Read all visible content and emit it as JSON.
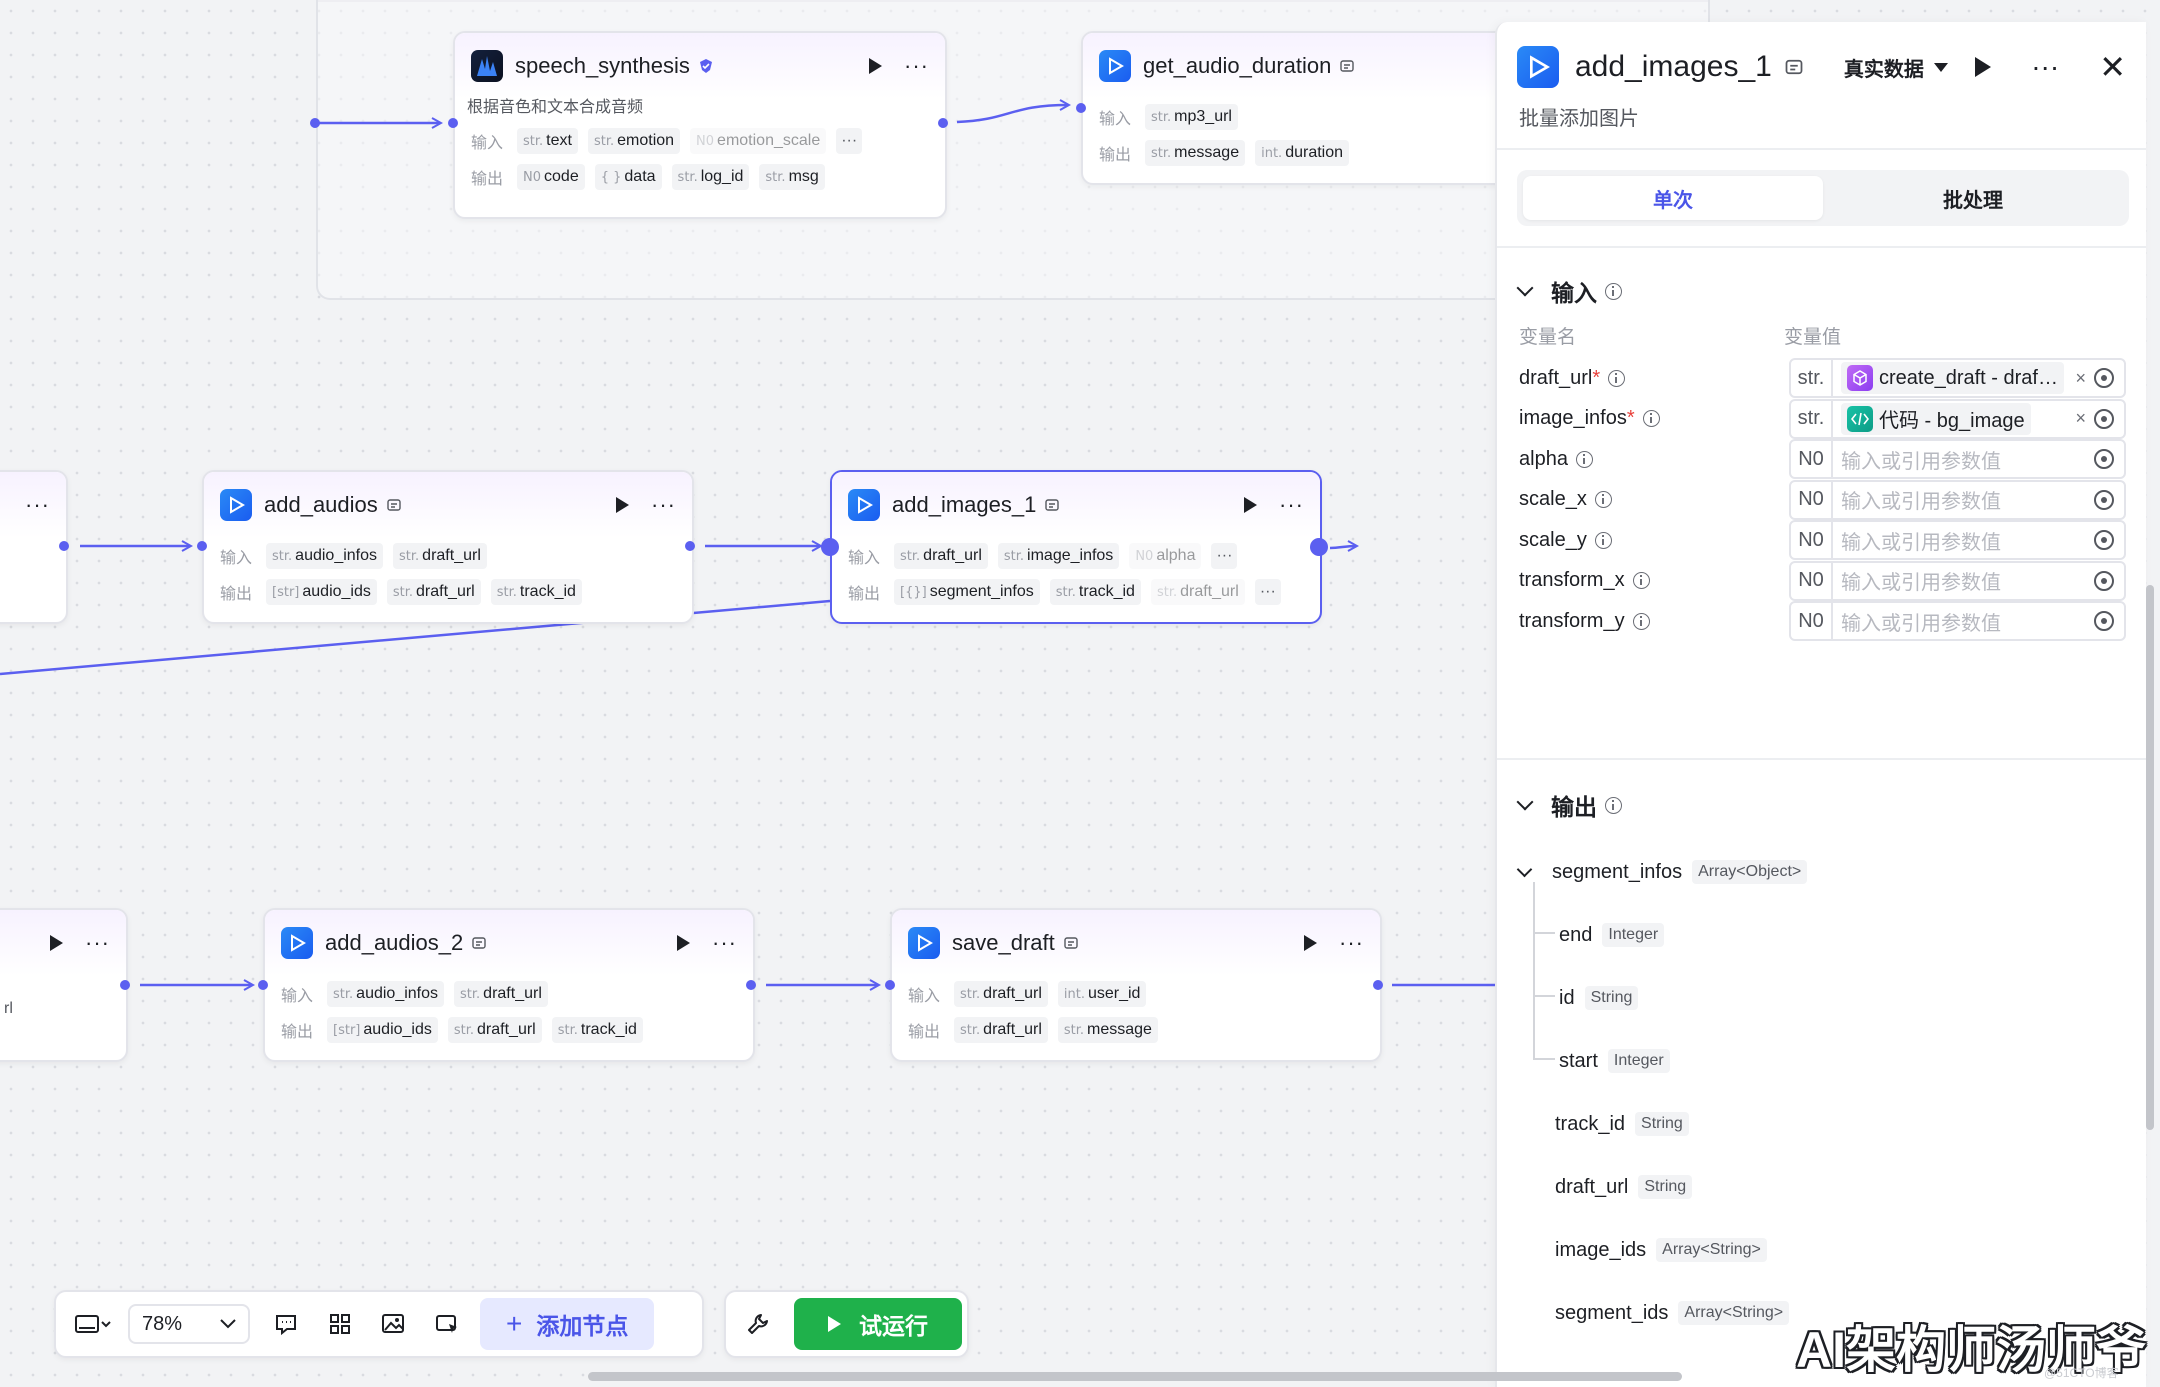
{
  "canvas": {
    "nodes": {
      "speech": {
        "title": "speech_synthesis",
        "desc": "根据音色和文本合成音频",
        "input_label": "输入",
        "output_label": "输出",
        "inputs": [
          [
            "str.",
            "text"
          ],
          [
            "str.",
            "emotion"
          ],
          [
            "N0",
            "emotion_scale"
          ]
        ],
        "outputs": [
          [
            "N0",
            "code"
          ],
          [
            "{ }",
            "data"
          ],
          [
            "str.",
            "log_id"
          ],
          [
            "str.",
            "msg"
          ]
        ]
      },
      "duration": {
        "title": "get_audio_duration",
        "input_label": "输入",
        "output_label": "输出",
        "inputs": [
          [
            "str.",
            "mp3_url"
          ]
        ],
        "outputs": [
          [
            "str.",
            "message"
          ],
          [
            "int.",
            "duration"
          ]
        ]
      },
      "add_audios": {
        "title": "add_audios",
        "input_label": "输入",
        "output_label": "输出",
        "inputs": [
          [
            "str.",
            "audio_infos"
          ],
          [
            "str.",
            "draft_url"
          ]
        ],
        "outputs": [
          [
            "[str]",
            "audio_ids"
          ],
          [
            "str.",
            "draft_url"
          ],
          [
            "str.",
            "track_id"
          ]
        ]
      },
      "add_images": {
        "title": "add_images_1",
        "input_label": "输入",
        "output_label": "输出",
        "inputs": [
          [
            "str.",
            "draft_url"
          ],
          [
            "str.",
            "image_infos"
          ],
          [
            "N0",
            "alpha"
          ]
        ],
        "outputs": [
          [
            "[{}]",
            "segment_infos"
          ],
          [
            "str.",
            "track_id"
          ],
          [
            "str.",
            "draft_url"
          ]
        ]
      },
      "add_audios_2": {
        "title": "add_audios_2",
        "input_label": "输入",
        "output_label": "输出",
        "inputs": [
          [
            "str.",
            "audio_infos"
          ],
          [
            "str.",
            "draft_url"
          ]
        ],
        "outputs": [
          [
            "[str]",
            "audio_ids"
          ],
          [
            "str.",
            "draft_url"
          ],
          [
            "str.",
            "track_id"
          ]
        ]
      },
      "save_draft": {
        "title": "save_draft",
        "input_label": "输入",
        "output_label": "输出",
        "inputs": [
          [
            "str.",
            "draft_url"
          ],
          [
            "int.",
            "user_id"
          ]
        ],
        "outputs": [
          [
            "str.",
            "draft_url"
          ],
          [
            "str.",
            "message"
          ]
        ]
      }
    },
    "more_glyph": "···",
    "partial_text": "rl"
  },
  "panel": {
    "title": "add_images_1",
    "mode": "真实数据",
    "desc": "批量添加图片",
    "close": "✕",
    "tabs": [
      "单次",
      "批处理"
    ],
    "input_section": "输入",
    "col_name": "变量名",
    "col_value": "变量值",
    "params": [
      {
        "name": "draft_url",
        "required": true,
        "type": "str.",
        "ref_label": "create_draft - draf…",
        "ref_icon": "cube-icon"
      },
      {
        "name": "image_infos",
        "required": true,
        "type": "str.",
        "ref_label": "代码 - bg_image",
        "ref_icon": "code-icon"
      },
      {
        "name": "alpha",
        "required": false,
        "type": "N0",
        "placeholder": "输入或引用参数值"
      },
      {
        "name": "scale_x",
        "required": false,
        "type": "N0",
        "placeholder": "输入或引用参数值"
      },
      {
        "name": "scale_y",
        "required": false,
        "type": "N0",
        "placeholder": "输入或引用参数值"
      },
      {
        "name": "transform_x",
        "required": false,
        "type": "N0",
        "placeholder": "输入或引用参数值"
      },
      {
        "name": "transform_y",
        "required": false,
        "type": "N0",
        "placeholder": "输入或引用参数值"
      }
    ],
    "output_section": "输出",
    "outputs": [
      {
        "name": "segment_infos",
        "type": "Array<Object>"
      },
      {
        "name": "end",
        "type": "Integer"
      },
      {
        "name": "id",
        "type": "String"
      },
      {
        "name": "start",
        "type": "Integer"
      },
      {
        "name": "track_id",
        "type": "String"
      },
      {
        "name": "draft_url",
        "type": "String"
      },
      {
        "name": "image_ids",
        "type": "Array<String>"
      },
      {
        "name": "segment_ids",
        "type": "Array<String>"
      }
    ]
  },
  "toolbar": {
    "zoom": "78%",
    "add_node": "添加节点",
    "run": "试运行"
  },
  "watermark": "AI架构师汤师爷",
  "watermark_small": "@51CTO博客",
  "colors": {
    "accent": "#5b5ff0",
    "run_green": "#1fb14b",
    "add_node_bg": "#e6e9ff"
  }
}
